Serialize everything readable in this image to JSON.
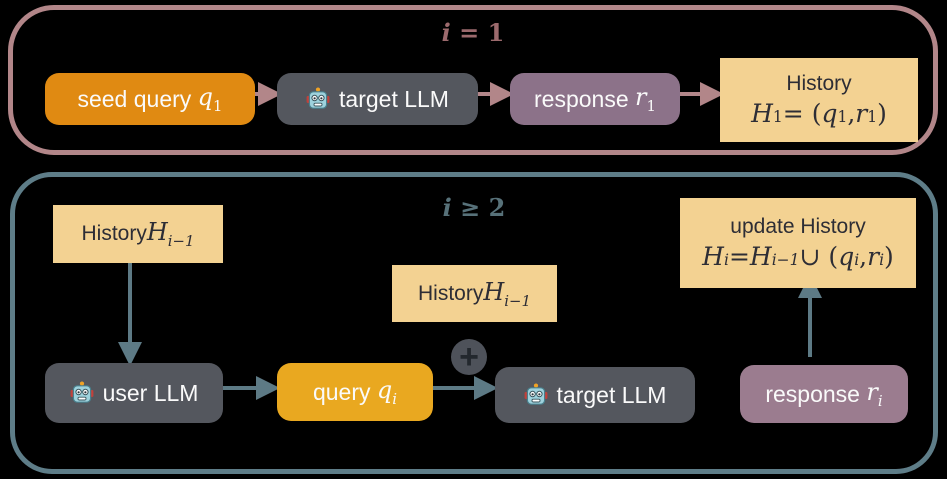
{
  "colors": {
    "background": "#000000",
    "first_turn_border": "#b28689",
    "first_turn_title": "#9c6a6d",
    "followup_border": "#5e7d88",
    "followup_title": "#577179",
    "seed_query_box": "#e08a12",
    "query_box": "#e9a820",
    "llm_box": "#54575e",
    "response1_box": "#8c7289",
    "response_i_box": "#9b7c8f",
    "history_box": "#f3d292",
    "history_text": "#2d2d35",
    "plus_circle": "#4e525a"
  },
  "first_turn": {
    "title_math": [
      {
        "t": "i",
        "i": true
      },
      {
        "t": " = 1"
      }
    ],
    "seed_query": {
      "text": "seed query ",
      "math": [
        {
          "t": "q",
          "i": true,
          "sub": "1"
        }
      ]
    },
    "target_llm": {
      "icon": "robot-icon",
      "text": "target LLM"
    },
    "response": {
      "text": "response ",
      "math": [
        {
          "t": "r",
          "i": true,
          "sub": "1"
        }
      ]
    },
    "history": {
      "line1": "History",
      "math": [
        {
          "t": "H",
          "i": true,
          "sub": "1"
        },
        {
          "t": " = ("
        },
        {
          "t": "q",
          "i": true,
          "sub": "1"
        },
        {
          "t": ", "
        },
        {
          "t": "r",
          "i": true,
          "sub": "1"
        },
        {
          "t": ")"
        }
      ]
    }
  },
  "followup_turns": {
    "title_math": [
      {
        "t": "i",
        "i": true
      },
      {
        "t": " ≥ 2"
      }
    ],
    "history_prev_left": {
      "text": "History ",
      "math": [
        {
          "t": "H",
          "i": true,
          "sub": "i−1",
          "si": true
        }
      ]
    },
    "history_prev_mid": {
      "text": "History ",
      "math": [
        {
          "t": "H",
          "i": true,
          "sub": "i−1",
          "si": true
        }
      ]
    },
    "update_history": {
      "line1": "update History",
      "math": [
        {
          "t": "H",
          "i": true,
          "sub": "i",
          "si": true
        },
        {
          "t": " = "
        },
        {
          "t": "H",
          "i": true,
          "sub": "i−1",
          "si": true
        },
        {
          "t": " ∪ ("
        },
        {
          "t": "q",
          "i": true,
          "sub": "i",
          "si": true
        },
        {
          "t": ", "
        },
        {
          "t": "r",
          "i": true,
          "sub": "i",
          "si": true
        },
        {
          "t": ")"
        }
      ]
    },
    "user_llm": {
      "icon": "robot-icon",
      "text": "user LLM"
    },
    "query": {
      "text": "query ",
      "math": [
        {
          "t": "q",
          "i": true,
          "sub": "i",
          "si": true
        }
      ]
    },
    "target_llm": {
      "icon": "robot-icon",
      "text": "target LLM"
    },
    "response": {
      "text": "response ",
      "math": [
        {
          "t": "r",
          "i": true,
          "sub": "i",
          "si": true
        }
      ]
    },
    "plus": "+"
  }
}
